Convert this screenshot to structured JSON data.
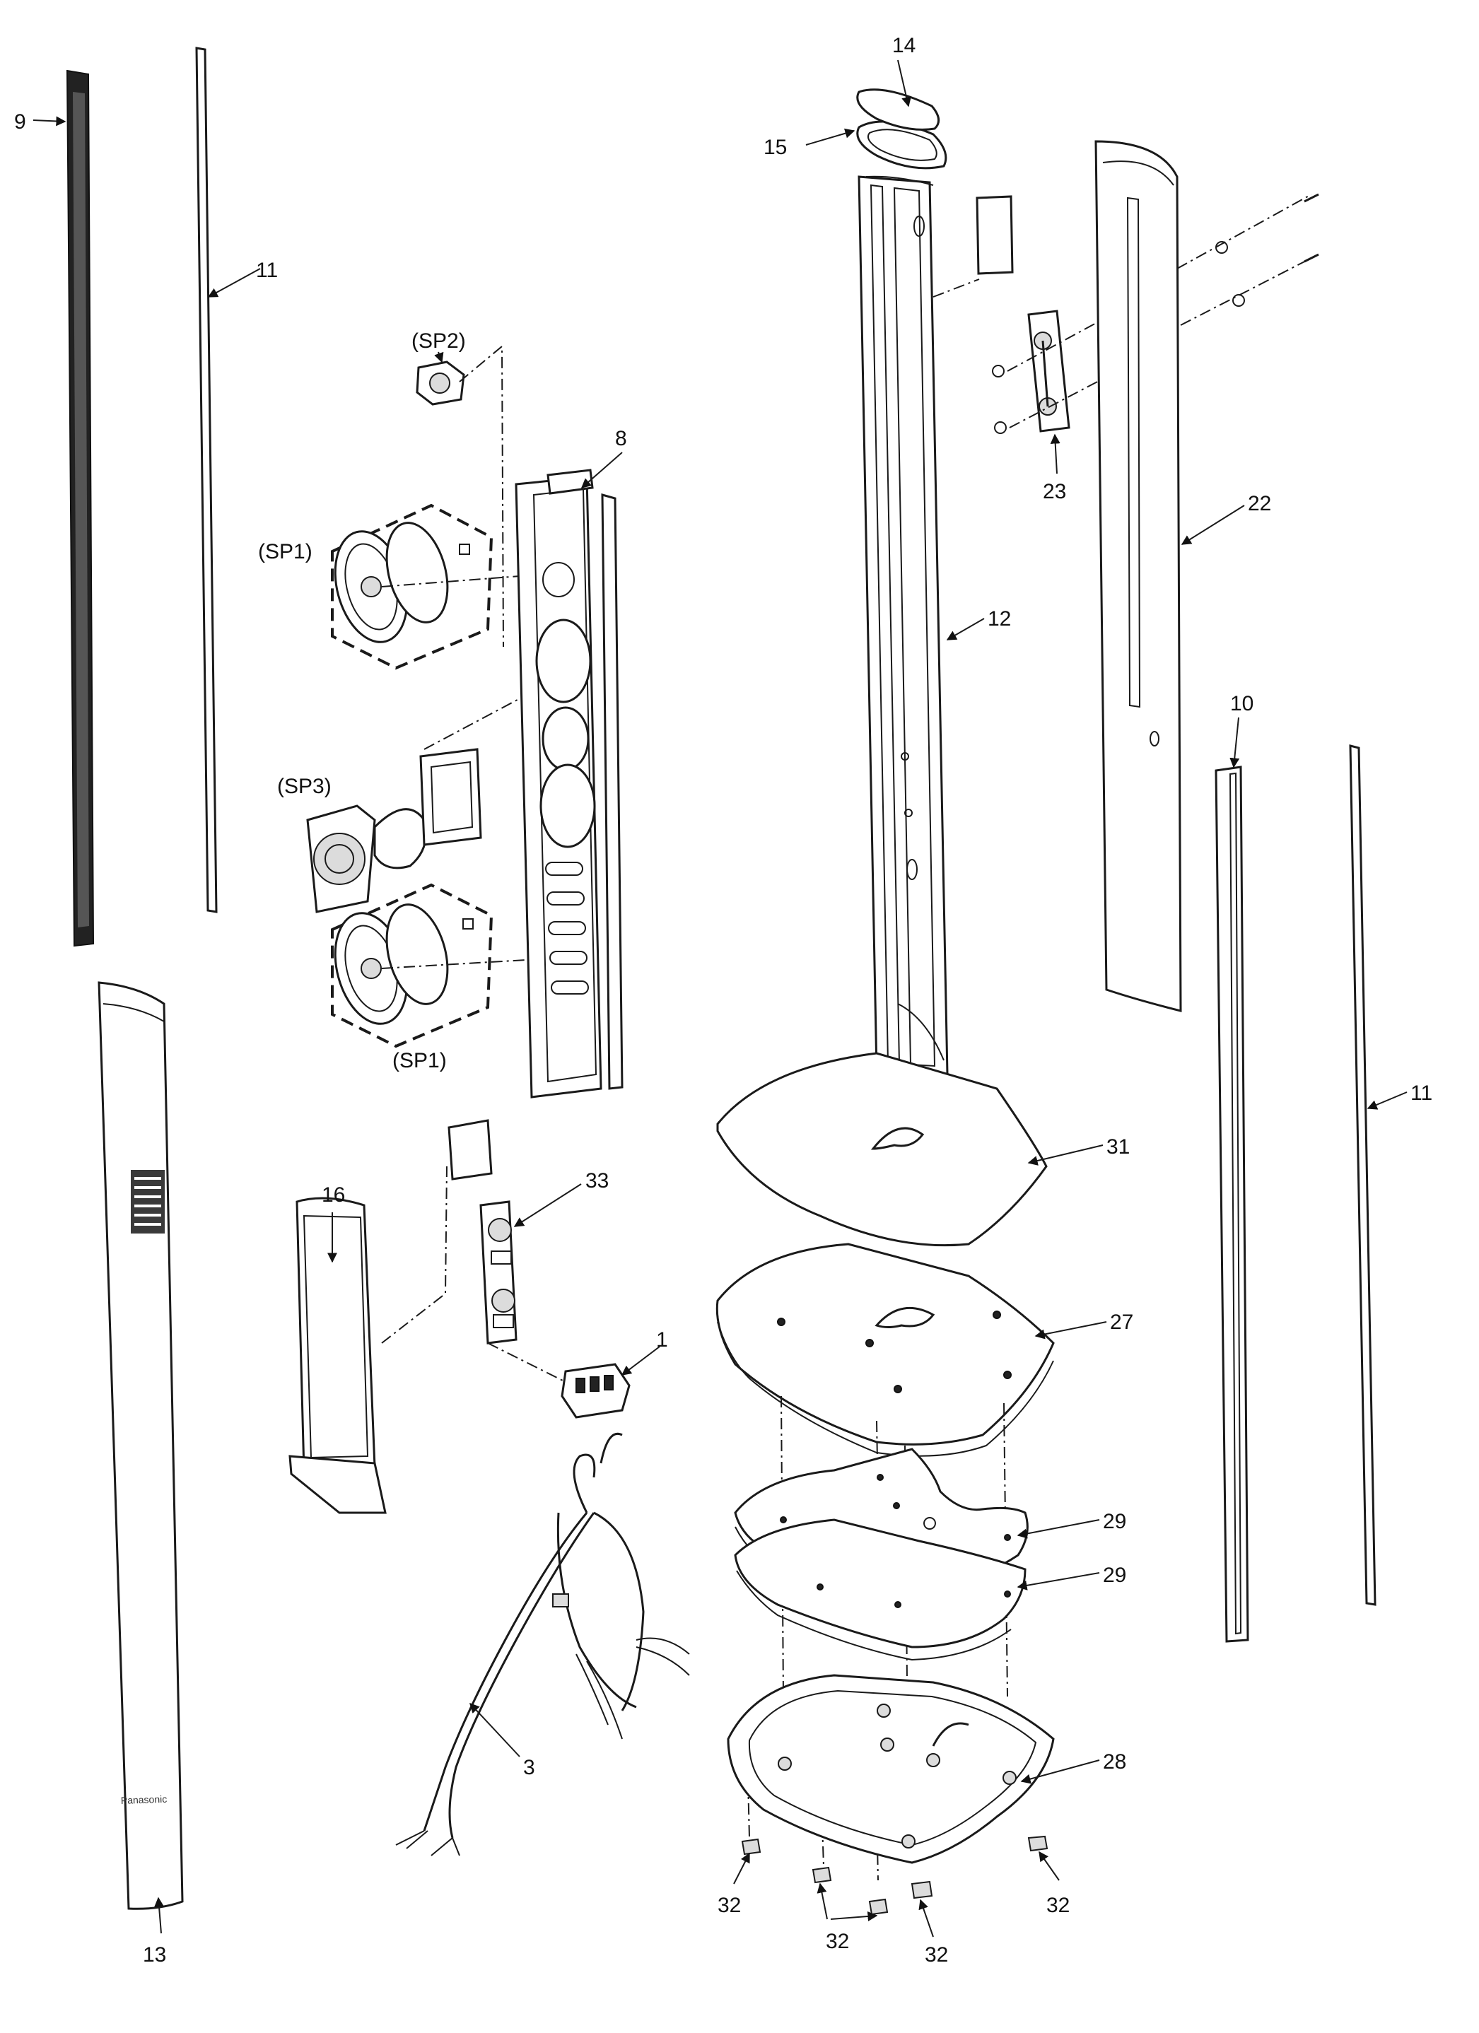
{
  "callouts": {
    "p1": "1",
    "p3": "3",
    "p8": "8",
    "p9": "9",
    "p10": "10",
    "p11a": "11",
    "p11b": "11",
    "p12": "12",
    "p13": "13",
    "p14": "14",
    "p15": "15",
    "p16": "16",
    "p22": "22",
    "p23": "23",
    "p27": "27",
    "p28": "28",
    "p29a": "29",
    "p29b": "29",
    "p31": "31",
    "p32a": "32",
    "p32b": "32",
    "p32c": "32",
    "p32d": "32",
    "p33": "33",
    "sp1a": "(SP1)",
    "sp1b": "(SP1)",
    "sp2": "(SP2)",
    "sp3": "(SP3)"
  },
  "brand_text": "Panasonic"
}
